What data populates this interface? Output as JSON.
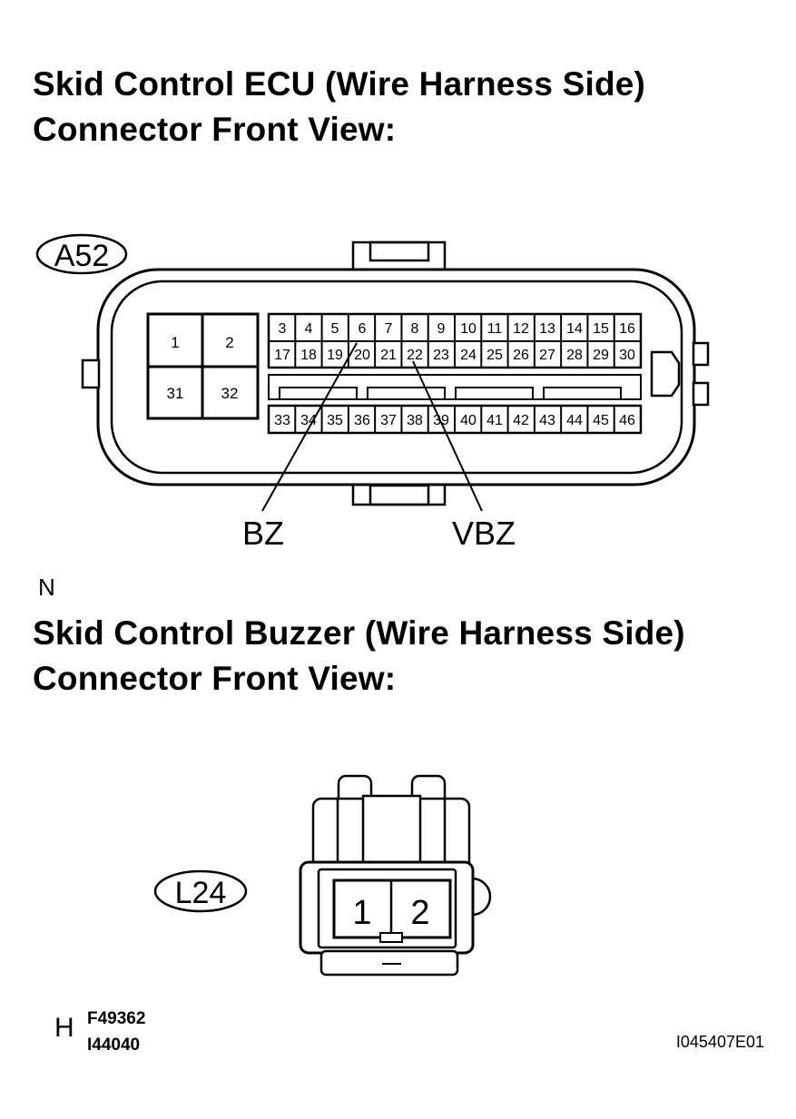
{
  "ecu_section": {
    "title_line1": "Skid Control ECU (Wire Harness Side)",
    "title_line2": "Connector Front View:",
    "connector_id": "A52",
    "large_pins": [
      "1",
      "2",
      "31",
      "32"
    ],
    "pin_row1": [
      "3",
      "4",
      "5",
      "6",
      "7",
      "8",
      "9",
      "10",
      "11",
      "12",
      "13",
      "14",
      "15",
      "16"
    ],
    "pin_row2": [
      "17",
      "18",
      "19",
      "20",
      "21",
      "22",
      "23",
      "24",
      "25",
      "26",
      "27",
      "28",
      "29",
      "30"
    ],
    "pin_row3": [
      "33",
      "34",
      "35",
      "36",
      "37",
      "38",
      "39",
      "40",
      "41",
      "42",
      "43",
      "44",
      "45",
      "46"
    ],
    "callout_bz": "BZ",
    "callout_vbz": "VBZ"
  },
  "note_n": "N",
  "buzzer_section": {
    "title_line1": "Skid Control Buzzer (Wire Harness Side)",
    "title_line2": "Connector Front View:",
    "connector_id": "L24",
    "pins": [
      "1",
      "2"
    ]
  },
  "footer": {
    "note_h": "H",
    "ref1": "F49362",
    "ref2": "I44040",
    "figure_id": "I045407E01"
  }
}
